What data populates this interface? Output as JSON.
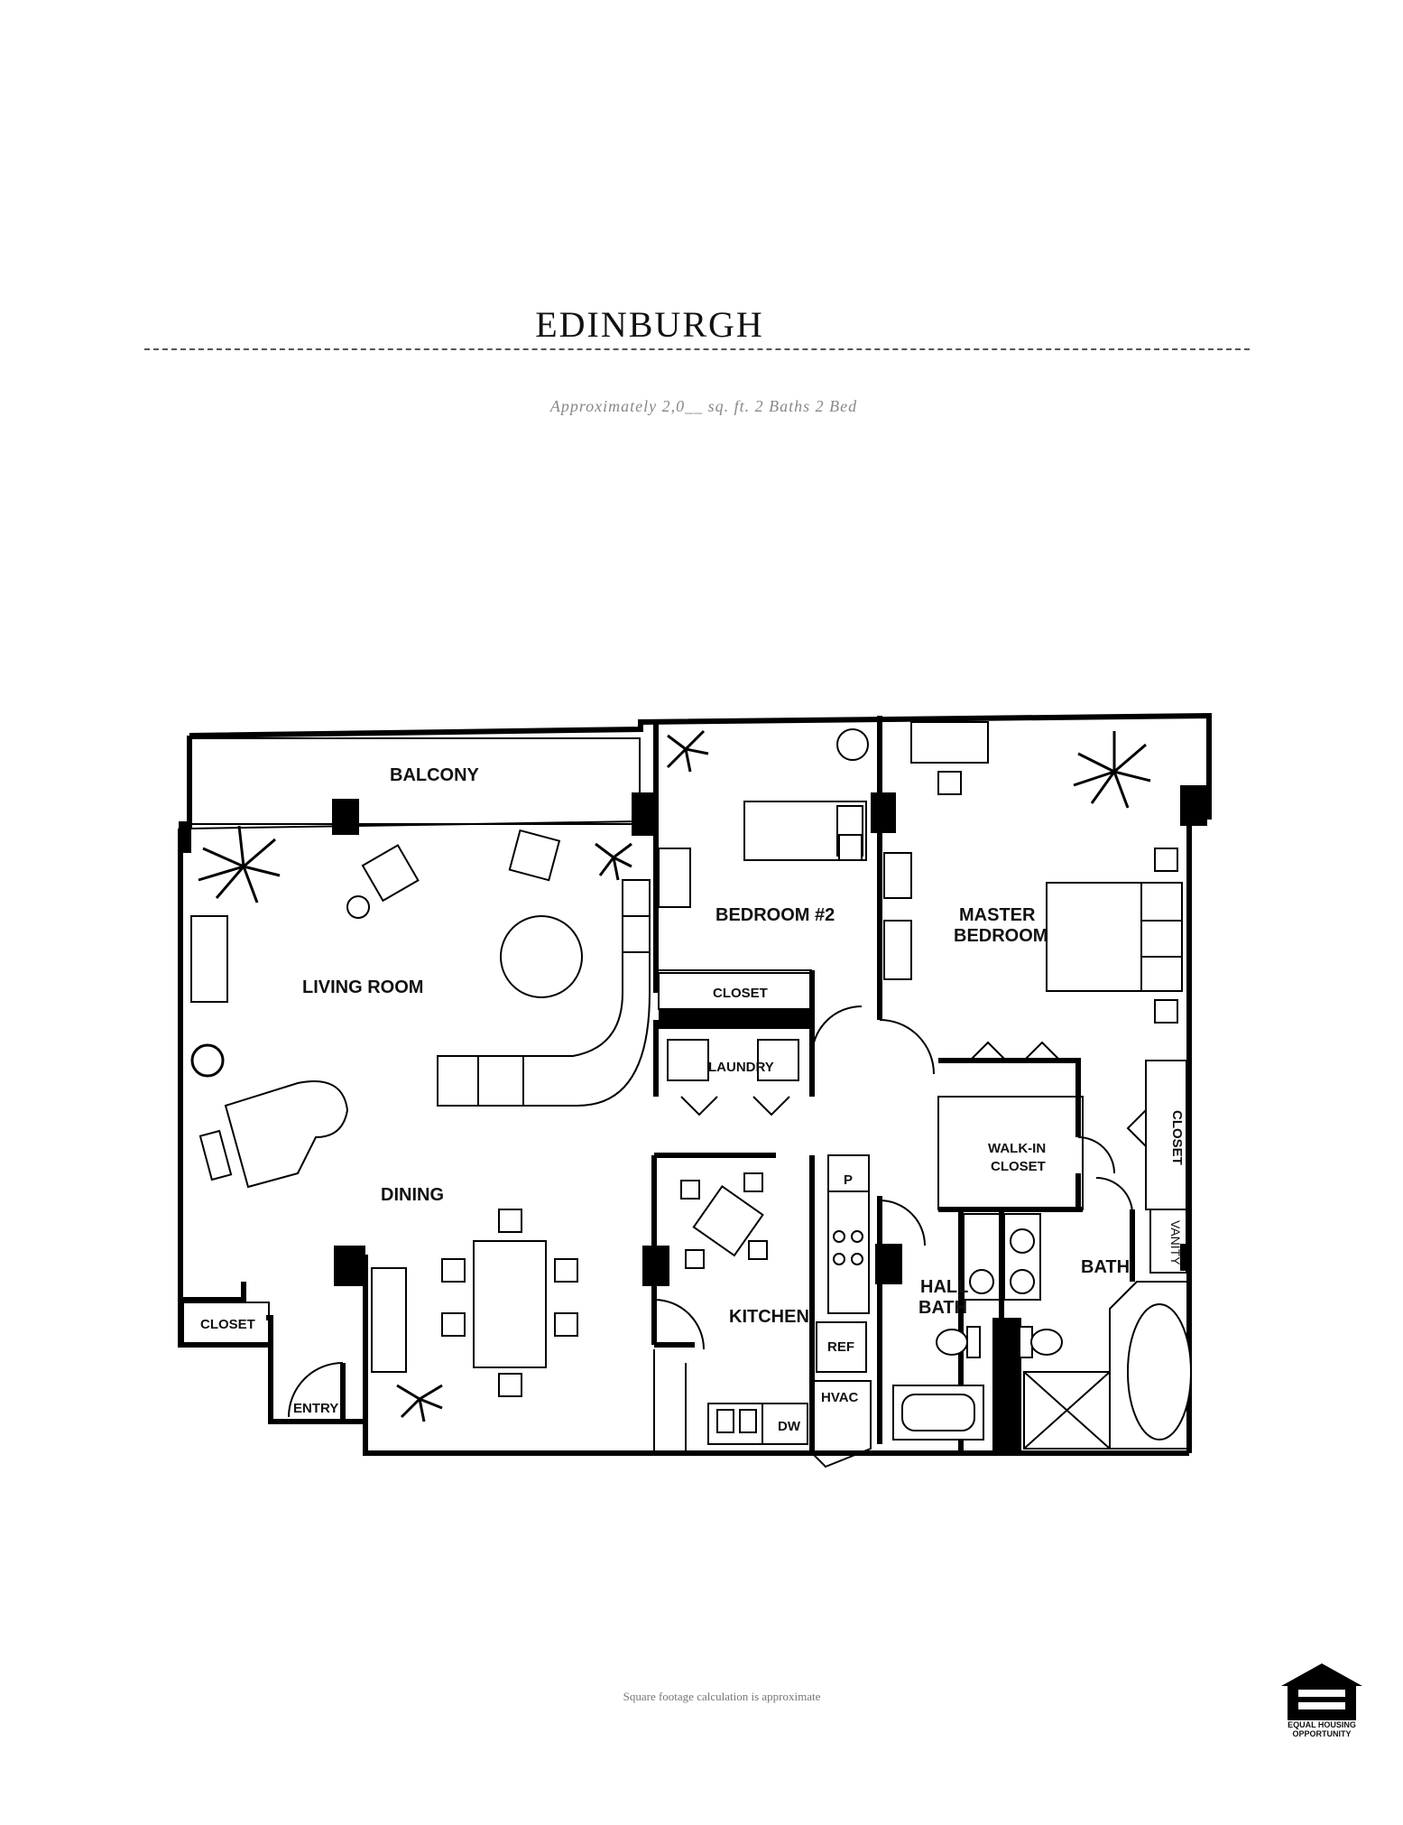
{
  "header": {
    "title": "EDINBURGH",
    "subtitle": "Approximately 2,0__ sq. ft.   2 Baths  2 Bed"
  },
  "rooms": {
    "balcony": "BALCONY",
    "living_room": "LIVING ROOM",
    "dining": "DINING",
    "bedroom2": "BEDROOM #2",
    "master_line1": "MASTER",
    "master_line2": "BEDROOM",
    "closet_bedroom": "CLOSET",
    "laundry": "LAUNDRY",
    "walkin_line1": "WALK-IN",
    "walkin_line2": "CLOSET",
    "closet_master": "CLOSET",
    "vanity": "VANITY",
    "kitchen": "KITCHEN",
    "hall_bath_line1": "HALL",
    "hall_bath_line2": "BATH",
    "bath": "BATH",
    "closet_entry": "CLOSET",
    "entry": "ENTRY",
    "pantry": "P",
    "ref": "REF",
    "dw": "DW",
    "hvac": "HVAC"
  },
  "footer": {
    "note": "Square footage calculation is approximate",
    "logo_text_line1": "EQUAL HOUSING",
    "logo_text_line2": "OPPORTUNITY"
  }
}
